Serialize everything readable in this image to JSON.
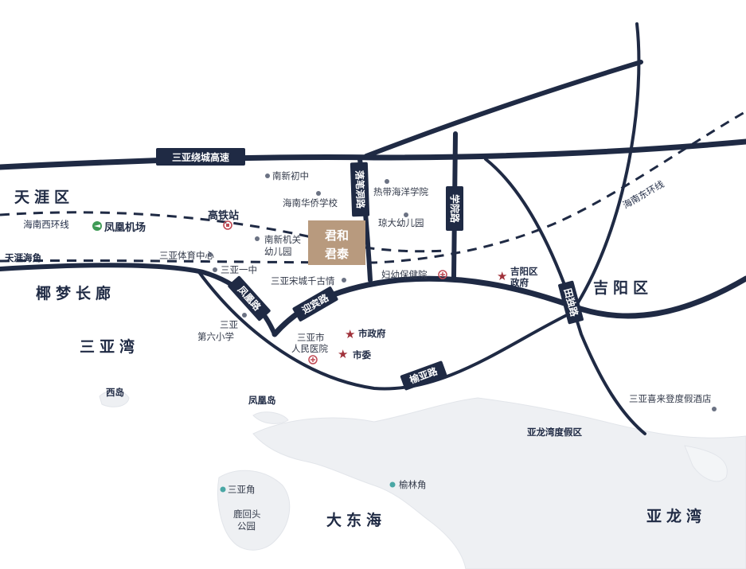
{
  "colors": {
    "road": "#1f2a44",
    "label_dark": "#1f2a44",
    "sea_land": "#eef0f3",
    "project_badge": "#b89a7e",
    "star": "#a0313a",
    "teal_dot": "#4aa7a5",
    "hospital": "#c04a55"
  },
  "roads": {
    "ring_expressway": "三亚绕城高速",
    "luobidong": "落笔洞路",
    "xueyuan": "学院路",
    "fenghuang": "凤凰路",
    "yingbin": "迎宾路",
    "tianduan": "田独路",
    "yuya": "榆亚路",
    "east_ring_rail": "海南东环线",
    "west_ring_rail": "海南西环线"
  },
  "districts": {
    "tianya": "天涯区",
    "jiyang": "吉阳区",
    "yemeng": "椰梦长廊",
    "sanya_bay": "三亚湾",
    "dadonghai": "大东海",
    "yalong_bay": "亚龙湾"
  },
  "project": {
    "line1": "君和",
    "line2": "君泰"
  },
  "pois": {
    "nanxin_middle": "南新初中",
    "huaqiao_school": "海南华侨学校",
    "tropical_ocean": "热带海洋学院",
    "qiongda_kg": "琼大幼儿园",
    "hsr_station": "高铁站",
    "phoenix_airport": "凤凰机场",
    "nanxin_kg_1": "南新机关",
    "nanxin_kg_2": "幼儿园",
    "sports_center": "三亚体育中心",
    "sanya_no1": "三亚一中",
    "songcheng": "三亚宋城千古情",
    "maternal": "妇幼保健院",
    "jiyang_gov_1": "吉阳区",
    "jiyang_gov_2": "政府",
    "tianya_cape": "天涯海角",
    "no6_school_1": "三亚",
    "no6_school_2": "第六小学",
    "city_hospital_1": "三亚市",
    "city_hospital_2": "人民医院",
    "city_gov": "市政府",
    "city_committee": "市委",
    "xidao": "西岛",
    "phoenix_island": "凤凰岛",
    "yalong_resort": "亚龙湾度假区",
    "sheraton": "三亚喜来登度假酒店",
    "sanya_cape": "三亚角",
    "yulin_cape": "榆林角",
    "luhuitou_1": "鹿回头",
    "luhuitou_2": "公园"
  }
}
